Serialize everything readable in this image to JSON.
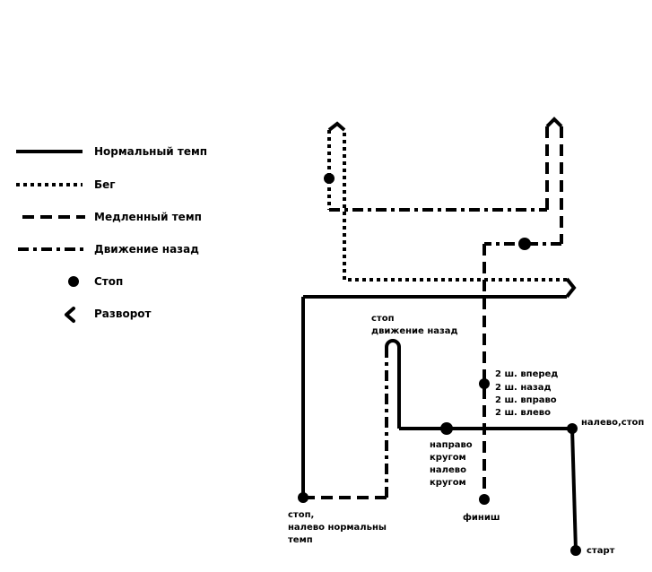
{
  "legend": {
    "normal": "Нормальный темп",
    "run": "Бег",
    "slow": "Медленный темп",
    "back": "Движение назад",
    "stop": "Стоп",
    "uturn": "Разворот"
  },
  "annotations": {
    "start": "старт",
    "left_stop": "налево,стоп",
    "turns_1": "направо",
    "turns_2": "кругом",
    "turns_3": "налево",
    "turns_4": "кругом",
    "steps_1": "2 ш. вперед",
    "steps_2": "2 ш. назад",
    "steps_3": "2 ш. вправо",
    "steps_4": "2 ш. влево",
    "finish": "финиш",
    "stop_back_1": "стоп",
    "stop_back_2": "движение назад",
    "bottom_left_1": "стоп,",
    "bottom_left_2": "налево нормальны",
    "bottom_left_3": "темп"
  }
}
